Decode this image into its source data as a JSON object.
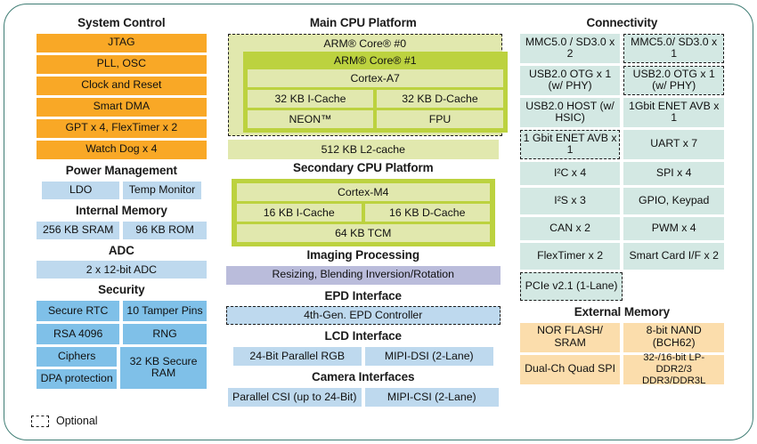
{
  "legend": {
    "label": "Optional",
    "swatch_name": "dashed-outline"
  },
  "colors": {
    "border": "#3f7d74",
    "system_control": "#f9a826",
    "memory": "#bed9ee",
    "security": "#7fc0e8",
    "connectivity": "#d3e8e3",
    "external_memory": "#fbddac",
    "imaging": "#babcdb",
    "cpu_core": "#bcd23f",
    "cpu_inner": "#e1e8ae"
  },
  "left": {
    "system_control": {
      "title": "System Control",
      "items": [
        "JTAG",
        "PLL, OSC",
        "Clock and Reset",
        "Smart DMA",
        "GPT x 4, FlexTimer x 2",
        "Watch Dog x 4"
      ]
    },
    "power_management": {
      "title": "Power Management",
      "items": [
        "LDO",
        "Temp Monitor"
      ]
    },
    "internal_memory": {
      "title": "Internal Memory",
      "items": [
        "256 KB SRAM",
        "96 KB ROM"
      ]
    },
    "adc": {
      "title": "ADC",
      "items": [
        "2 x 12-bit ADC"
      ]
    },
    "security": {
      "title": "Security",
      "row1": [
        "Secure RTC",
        "10 Tamper Pins"
      ],
      "row2": [
        "RSA 4096",
        "RNG"
      ],
      "row3_left": [
        "Ciphers",
        "DPA protection"
      ],
      "row3_right": "32 KB Secure RAM"
    }
  },
  "middle": {
    "main_cpu": {
      "title": "Main CPU Platform",
      "core0": "ARM® Core® #0",
      "core1": "ARM® Core® #1",
      "cortex": "Cortex-A7",
      "caches": [
        "32 KB I-Cache",
        "32 KB D-Cache"
      ],
      "units": [
        "NEON™",
        "FPU"
      ],
      "l2": "512 KB L2-cache"
    },
    "secondary_cpu": {
      "title": "Secondary CPU Platform",
      "cortex": "Cortex-M4",
      "caches": [
        "16 KB I-Cache",
        "16 KB D-Cache"
      ],
      "tcm": "64 KB TCM"
    },
    "imaging": {
      "title": "Imaging Processing",
      "item": "Resizing, Blending Inversion/Rotation"
    },
    "epd": {
      "title": "EPD Interface",
      "item": "4th-Gen. EPD Controller"
    },
    "lcd": {
      "title": "LCD Interface",
      "items": [
        "24-Bit Parallel RGB",
        "MIPI-DSI (2-Lane)"
      ]
    },
    "camera": {
      "title": "Camera Interfaces",
      "items": [
        "Parallel CSI (up to 24-Bit)",
        "MIPI-CSI (2-Lane)"
      ]
    }
  },
  "right": {
    "connectivity": {
      "title": "Connectivity",
      "rows": [
        {
          "left": "MMC5.0 / SD3.0 x 2",
          "left_optional": false,
          "right": "MMC5.0/ SD3.0 x 1",
          "right_optional": true
        },
        {
          "left": "USB2.0 OTG x 1 (w/ PHY)",
          "left_optional": false,
          "right": "USB2.0 OTG x 1 (w/ PHY)",
          "right_optional": true
        },
        {
          "left": "USB2.0 HOST (w/ HSIC)",
          "left_optional": false,
          "right": "1Gbit ENET AVB x 1",
          "right_optional": false
        },
        {
          "left": "1 Gbit ENET AVB x 1",
          "left_optional": true,
          "right": "UART x 7",
          "right_optional": false
        },
        {
          "left": "I²C x 4",
          "left_optional": false,
          "right": "SPI x 4",
          "right_optional": false
        },
        {
          "left": "I²S x 3",
          "left_optional": false,
          "right": "GPIO, Keypad",
          "right_optional": false
        },
        {
          "left": "CAN x 2",
          "left_optional": false,
          "right": "PWM x 4",
          "right_optional": false
        },
        {
          "left": "FlexTimer x 2",
          "left_optional": false,
          "right": "Smart Card I/F x 2",
          "right_optional": false
        },
        {
          "left": "PCIe v2.1 (1-Lane)",
          "left_optional": true,
          "right": "",
          "right_optional": false
        }
      ]
    },
    "external_memory": {
      "title": "External Memory",
      "rows": [
        {
          "left": "NOR FLASH/ SRAM",
          "right": "8-bit NAND (BCH62)"
        },
        {
          "left": "Dual-Ch Quad SPI",
          "right": "32-/16-bit LP-DDR2/3 DDR3/DDR3L"
        }
      ]
    }
  }
}
